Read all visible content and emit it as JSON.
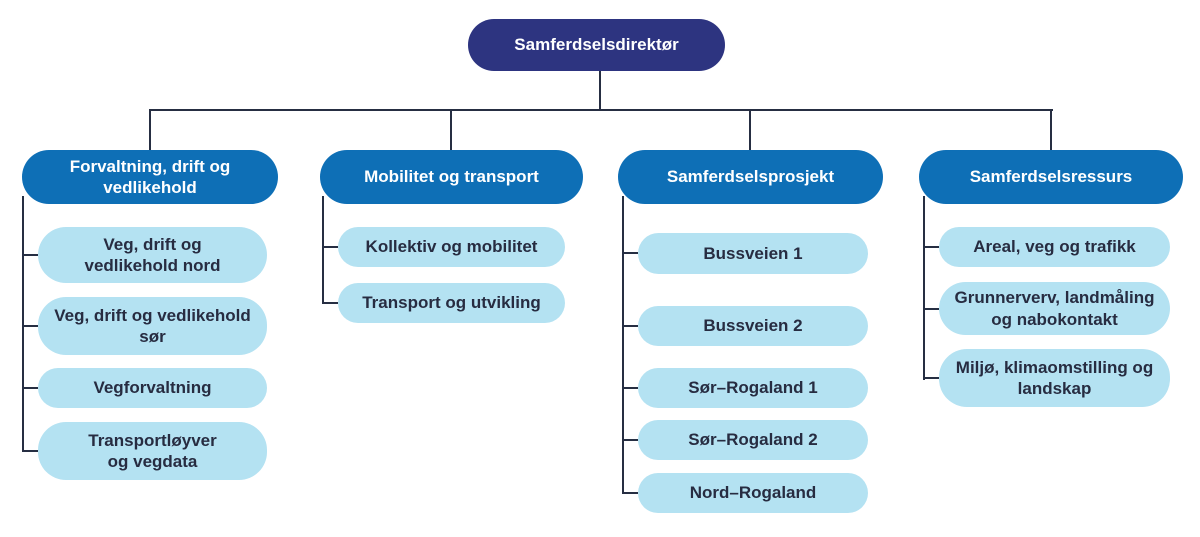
{
  "chart_type": "org-chart",
  "colors": {
    "root_bg": "#2d3480",
    "branch_header_bg": "#0e6fb6",
    "child_bg": "#b4e2f2",
    "connector": "#262e42",
    "light_text": "#ffffff",
    "dark_text": "#272c41",
    "background": "#ffffff"
  },
  "root": {
    "label": "Samferdselsdirektør"
  },
  "columns": [
    {
      "header": "Forvaltning, drift og\nvedlikehold",
      "children": [
        "Veg, drift og\nvedlikehold nord",
        "Veg, drift og vedlikehold\nsør",
        "Vegforvaltning",
        "Transportløyver\nog vegdata"
      ]
    },
    {
      "header": "Mobilitet og transport",
      "children": [
        "Kollektiv og mobilitet",
        "Transport og utvikling"
      ]
    },
    {
      "header": "Samferdselsprosjekt",
      "children": [
        "Bussveien 1",
        "Bussveien 2",
        "Sør–Rogaland 1",
        "Sør–Rogaland 2",
        "Nord–Rogaland"
      ]
    },
    {
      "header": "Samferdselsressurs",
      "children": [
        "Areal, veg og trafikk",
        "Grunnerverv, landmåling\nog nabokontakt",
        "Miljø, klimaomstilling og\nlandskap"
      ]
    }
  ]
}
